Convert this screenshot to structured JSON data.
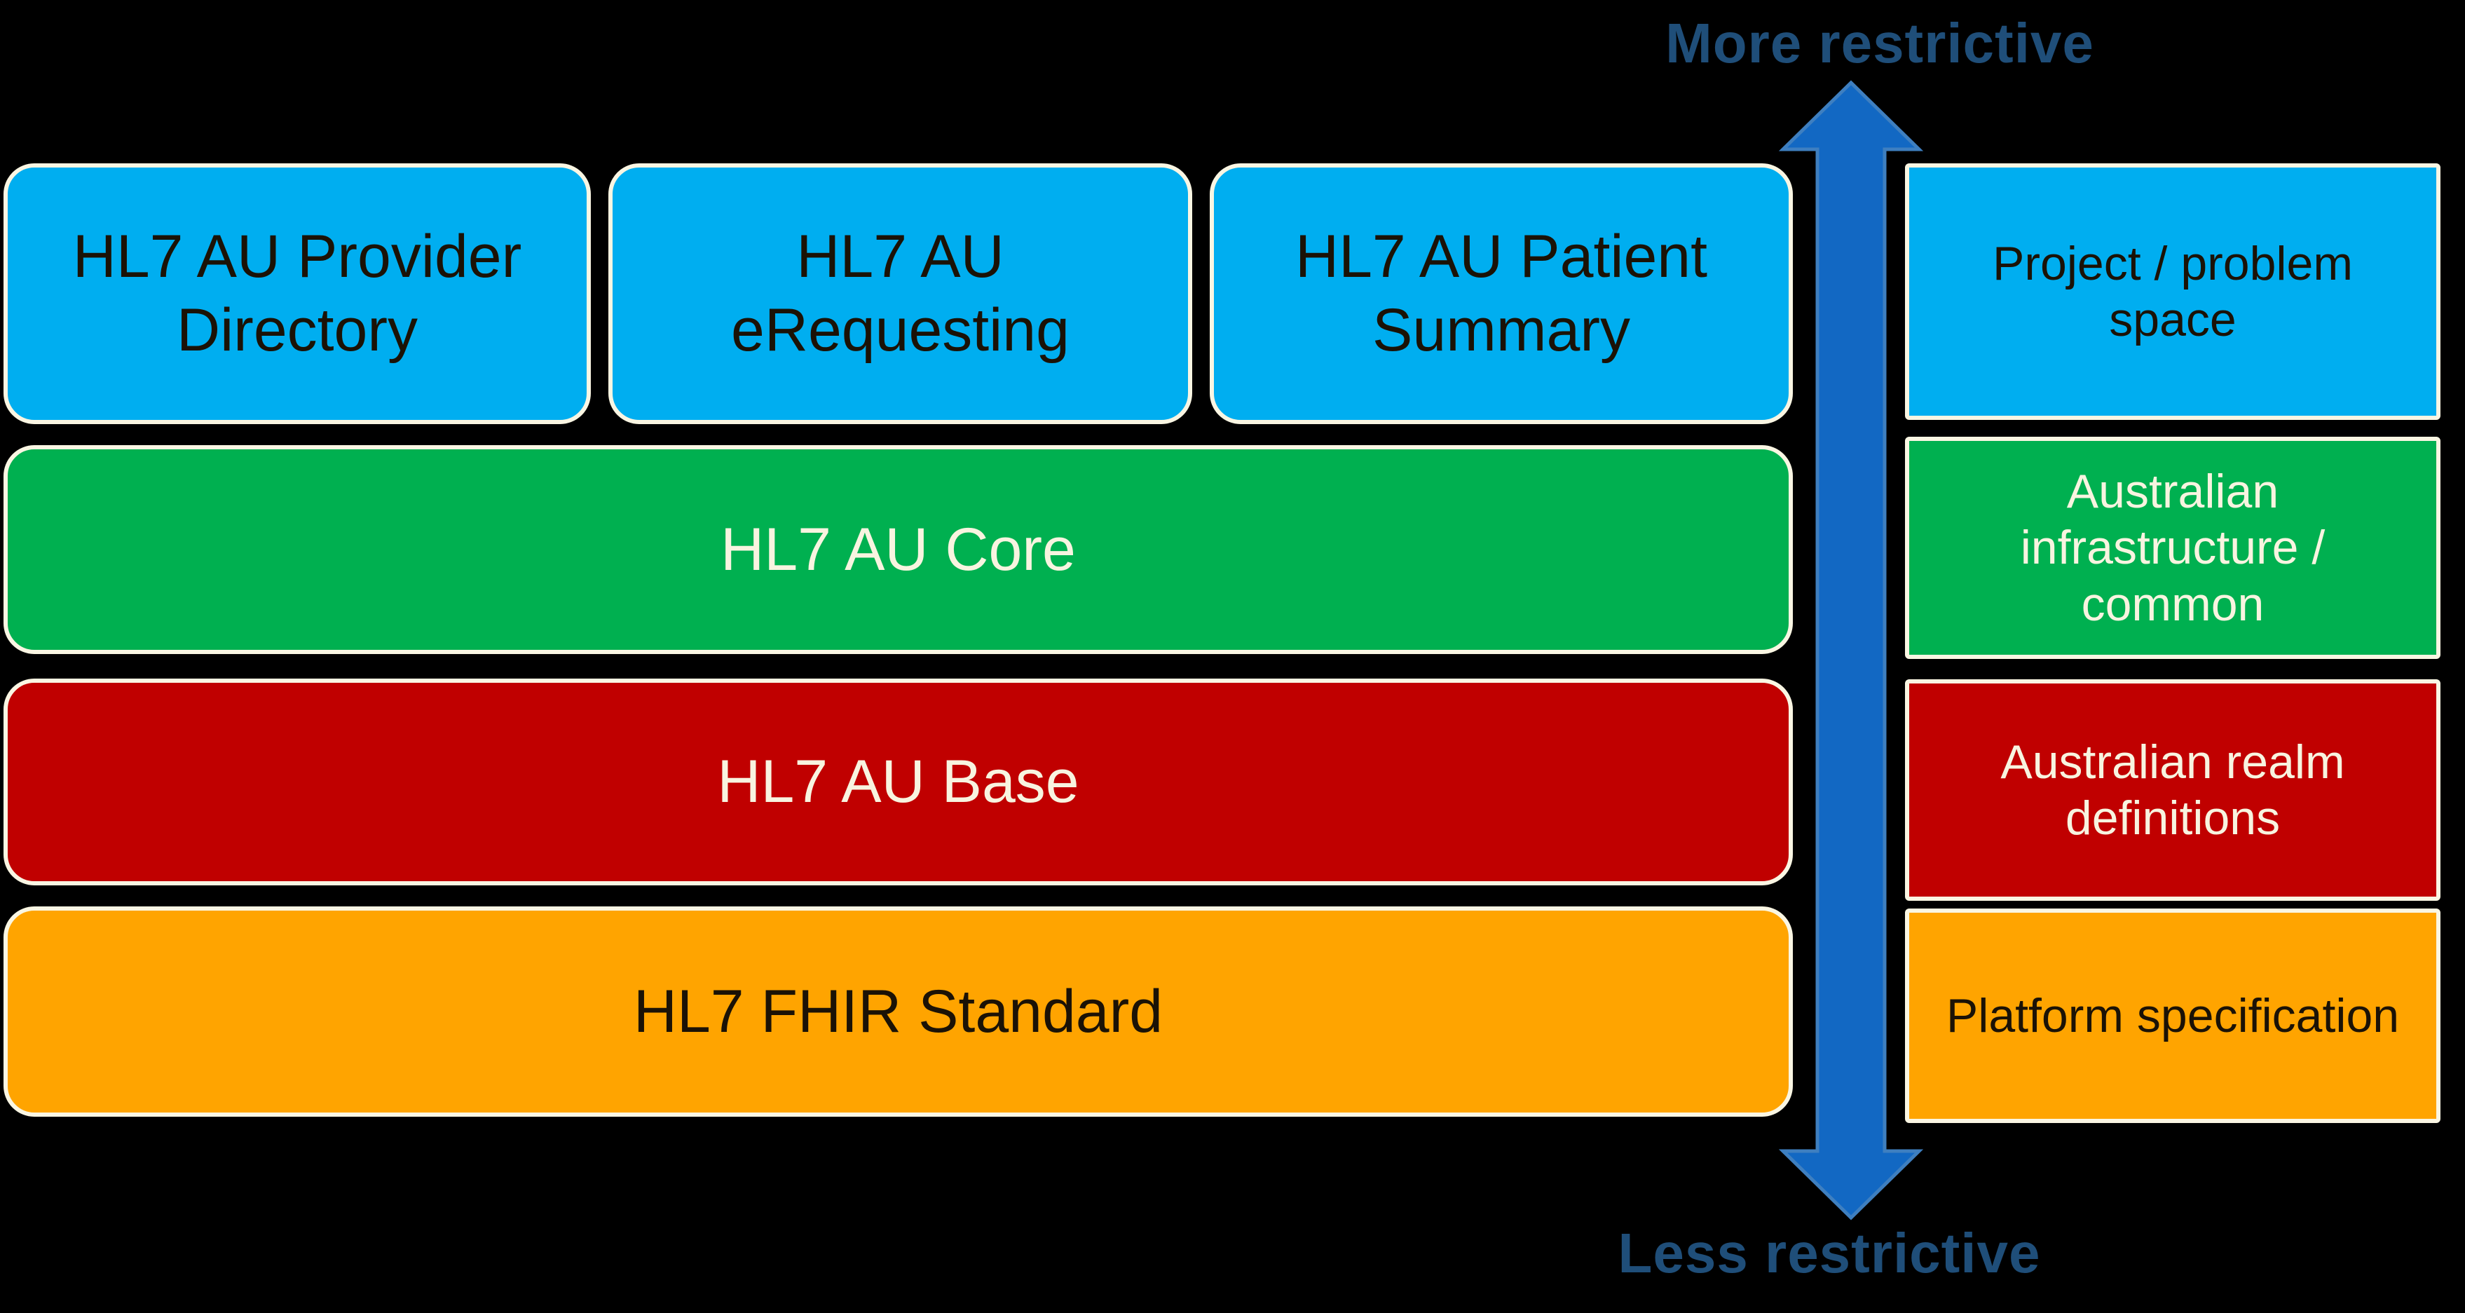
{
  "colors": {
    "background": "#000000",
    "blue": "#00AEF0",
    "green": "#00B050",
    "red": "#C00000",
    "orange": "#FFA400",
    "border_cream": "#FAF6E3",
    "text_dark": "#1B1206",
    "text_cream": "#F8F4E0",
    "arrow_fill": "#1268C3",
    "arrow_stroke": "#3E7FC0",
    "axis_label": "#1F4E79"
  },
  "stack": {
    "top_row": [
      {
        "label": "HL7 AU Provider\nDirectory"
      },
      {
        "label": "HL7 AU\neRequesting"
      },
      {
        "label": "HL7 AU Patient\nSummary"
      }
    ],
    "layers": [
      {
        "label": "HL7 AU Core"
      },
      {
        "label": "HL7 AU Base"
      },
      {
        "label": "HL7 FHIR Standard"
      }
    ]
  },
  "axis": {
    "top_label": "More restrictive",
    "bottom_label": "Less restrictive"
  },
  "legend": [
    {
      "label": "Project / problem\nspace"
    },
    {
      "label": "Australian\ninfrastructure /\ncommon"
    },
    {
      "label": "Australian realm\ndefinitions"
    },
    {
      "label": "Platform specification"
    }
  ]
}
